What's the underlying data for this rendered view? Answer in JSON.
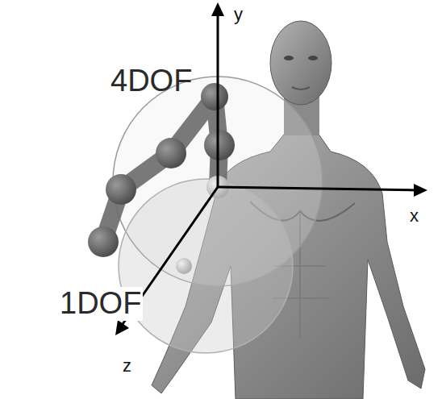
{
  "diagram": {
    "labels": [
      "4DOF",
      "y",
      "x",
      "1DOF",
      "z"
    ]
  }
}
